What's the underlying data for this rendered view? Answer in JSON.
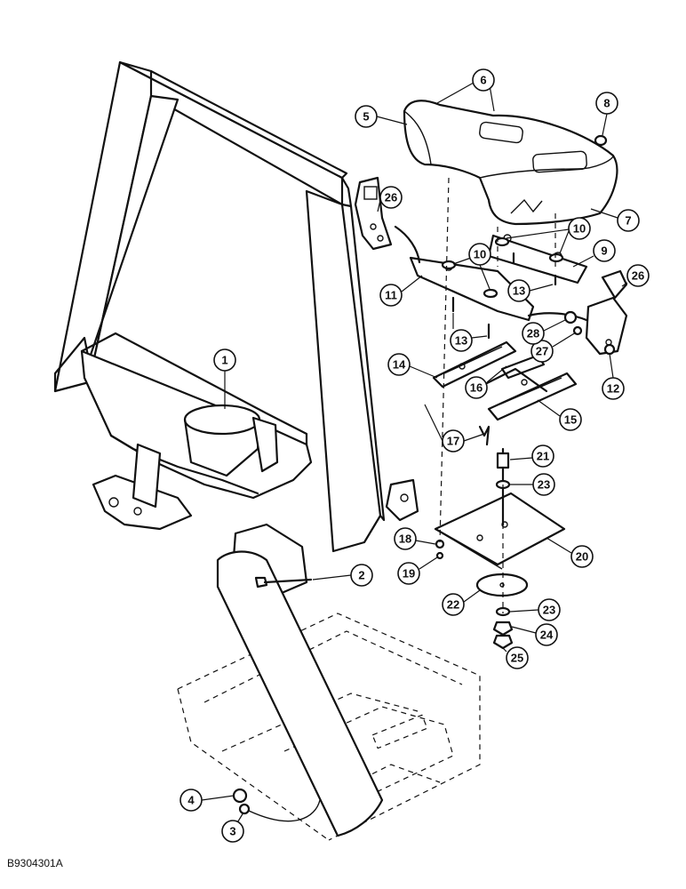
{
  "figure_id": "B9304301A",
  "callouts": [
    {
      "label": "1"
    },
    {
      "label": "2"
    },
    {
      "label": "3"
    },
    {
      "label": "4"
    },
    {
      "label": "5"
    },
    {
      "label": "6"
    },
    {
      "label": "7"
    },
    {
      "label": "8"
    },
    {
      "label": "9"
    },
    {
      "label": "10"
    },
    {
      "label": "10"
    },
    {
      "label": "11"
    },
    {
      "label": "12"
    },
    {
      "label": "13"
    },
    {
      "label": "13"
    },
    {
      "label": "14"
    },
    {
      "label": "15"
    },
    {
      "label": "16"
    },
    {
      "label": "17"
    },
    {
      "label": "18"
    },
    {
      "label": "19"
    },
    {
      "label": "20"
    },
    {
      "label": "21"
    },
    {
      "label": "22"
    },
    {
      "label": "23"
    },
    {
      "label": "23"
    },
    {
      "label": "24"
    },
    {
      "label": "25"
    },
    {
      "label": "26"
    },
    {
      "label": "26"
    },
    {
      "label": "27"
    },
    {
      "label": "28"
    }
  ]
}
